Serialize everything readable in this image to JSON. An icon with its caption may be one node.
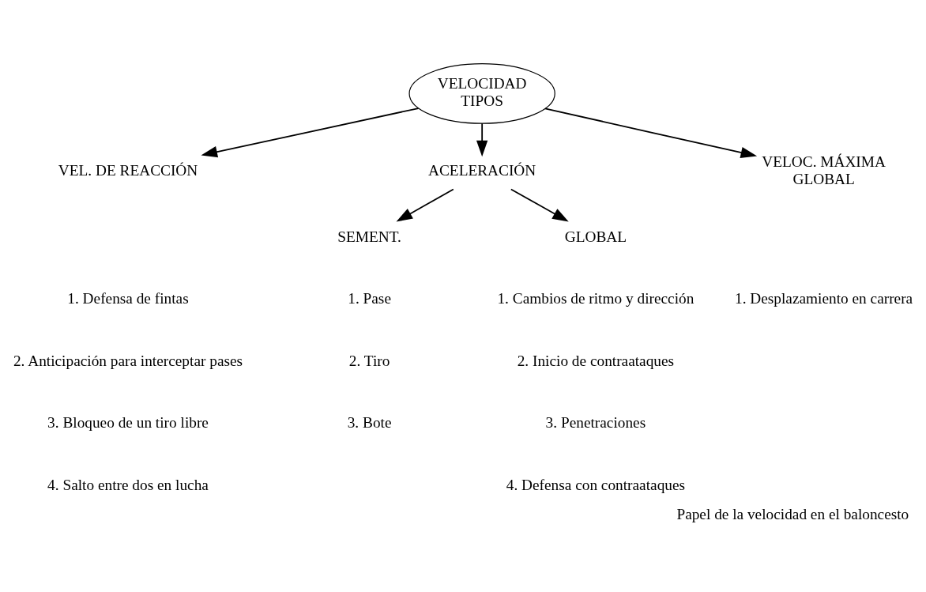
{
  "diagram": {
    "caption": "Papel de la velocidad en el baloncesto",
    "nodes": [
      {
        "text": [
          "VELOCIDAD",
          "TIPOS"
        ]
      },
      {
        "text": [
          "VEL. DE REACCIÓN"
        ]
      },
      {
        "text": [
          "ACELERACIÓN"
        ]
      },
      {
        "text": [
          "VELOC. MÁXIMA",
          "GLOBAL"
        ]
      },
      {
        "text": [
          "SEMENT."
        ]
      },
      {
        "text": [
          "GLOBAL"
        ]
      }
    ],
    "edges": [
      {
        "from": 0,
        "to": 1,
        "arrow": "to"
      },
      {
        "from": 0,
        "to": 2,
        "arrow": "to"
      },
      {
        "from": 0,
        "to": 3,
        "arrow": "to"
      },
      {
        "from": 2,
        "to": 4,
        "arrow": "to"
      },
      {
        "from": 2,
        "to": 5,
        "arrow": "to"
      }
    ],
    "labels": [
      "1. Defensa de fintas",
      "2. Anticipación para interceptar pases",
      "3. Bloqueo de un tiro libre",
      "4. Salto entre dos en lucha",
      "1. Pase",
      "2. Tiro",
      "3. Bote",
      "1. Cambios de ritmo y dirección",
      "2. Inicio de contraataques",
      "3. Penetraciones",
      "4. Defensa con contraataques",
      "1. Desplazamiento en carrera"
    ]
  }
}
